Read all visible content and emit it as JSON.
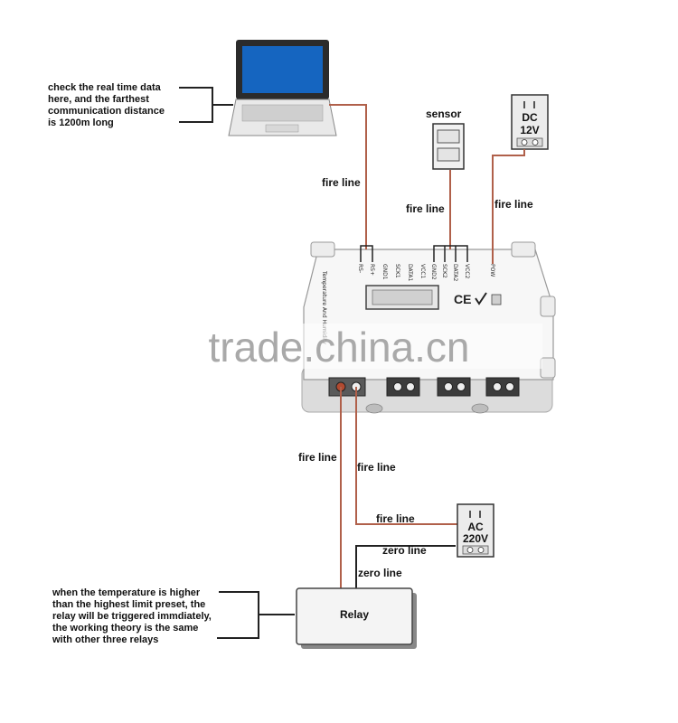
{
  "notes": {
    "laptop_note": [
      "check the real time data",
      "here, and the farthest",
      "communication distance",
      " is 1200m long"
    ],
    "relay_note": [
      "when the temperature is higher",
      "than the highest limit preset, the",
      "relay will be triggered immdiately,",
      "the working theory is the same",
      "with other three relays"
    ]
  },
  "devices": {
    "sensor_label": "sensor",
    "dc_power": [
      "DC",
      "12V"
    ],
    "ac_power": [
      "AC",
      "220V"
    ],
    "relay_label": "Relay",
    "controller_side_text": "Temperature And Humidity",
    "ce_mark": "CE"
  },
  "wires": {
    "fire_line": "fire line",
    "zero_line": "zero line"
  },
  "pins": [
    "RS-",
    "RS+",
    "GND1",
    "SCK1",
    "DATA1",
    "VCC1",
    "GND2",
    "SCK2",
    "DATA2",
    "VCC2",
    "POW"
  ],
  "watermark": "trade.china.cn",
  "colors": {
    "wire": "#b0604a",
    "line": "#222222",
    "screen": "#1565c0"
  }
}
